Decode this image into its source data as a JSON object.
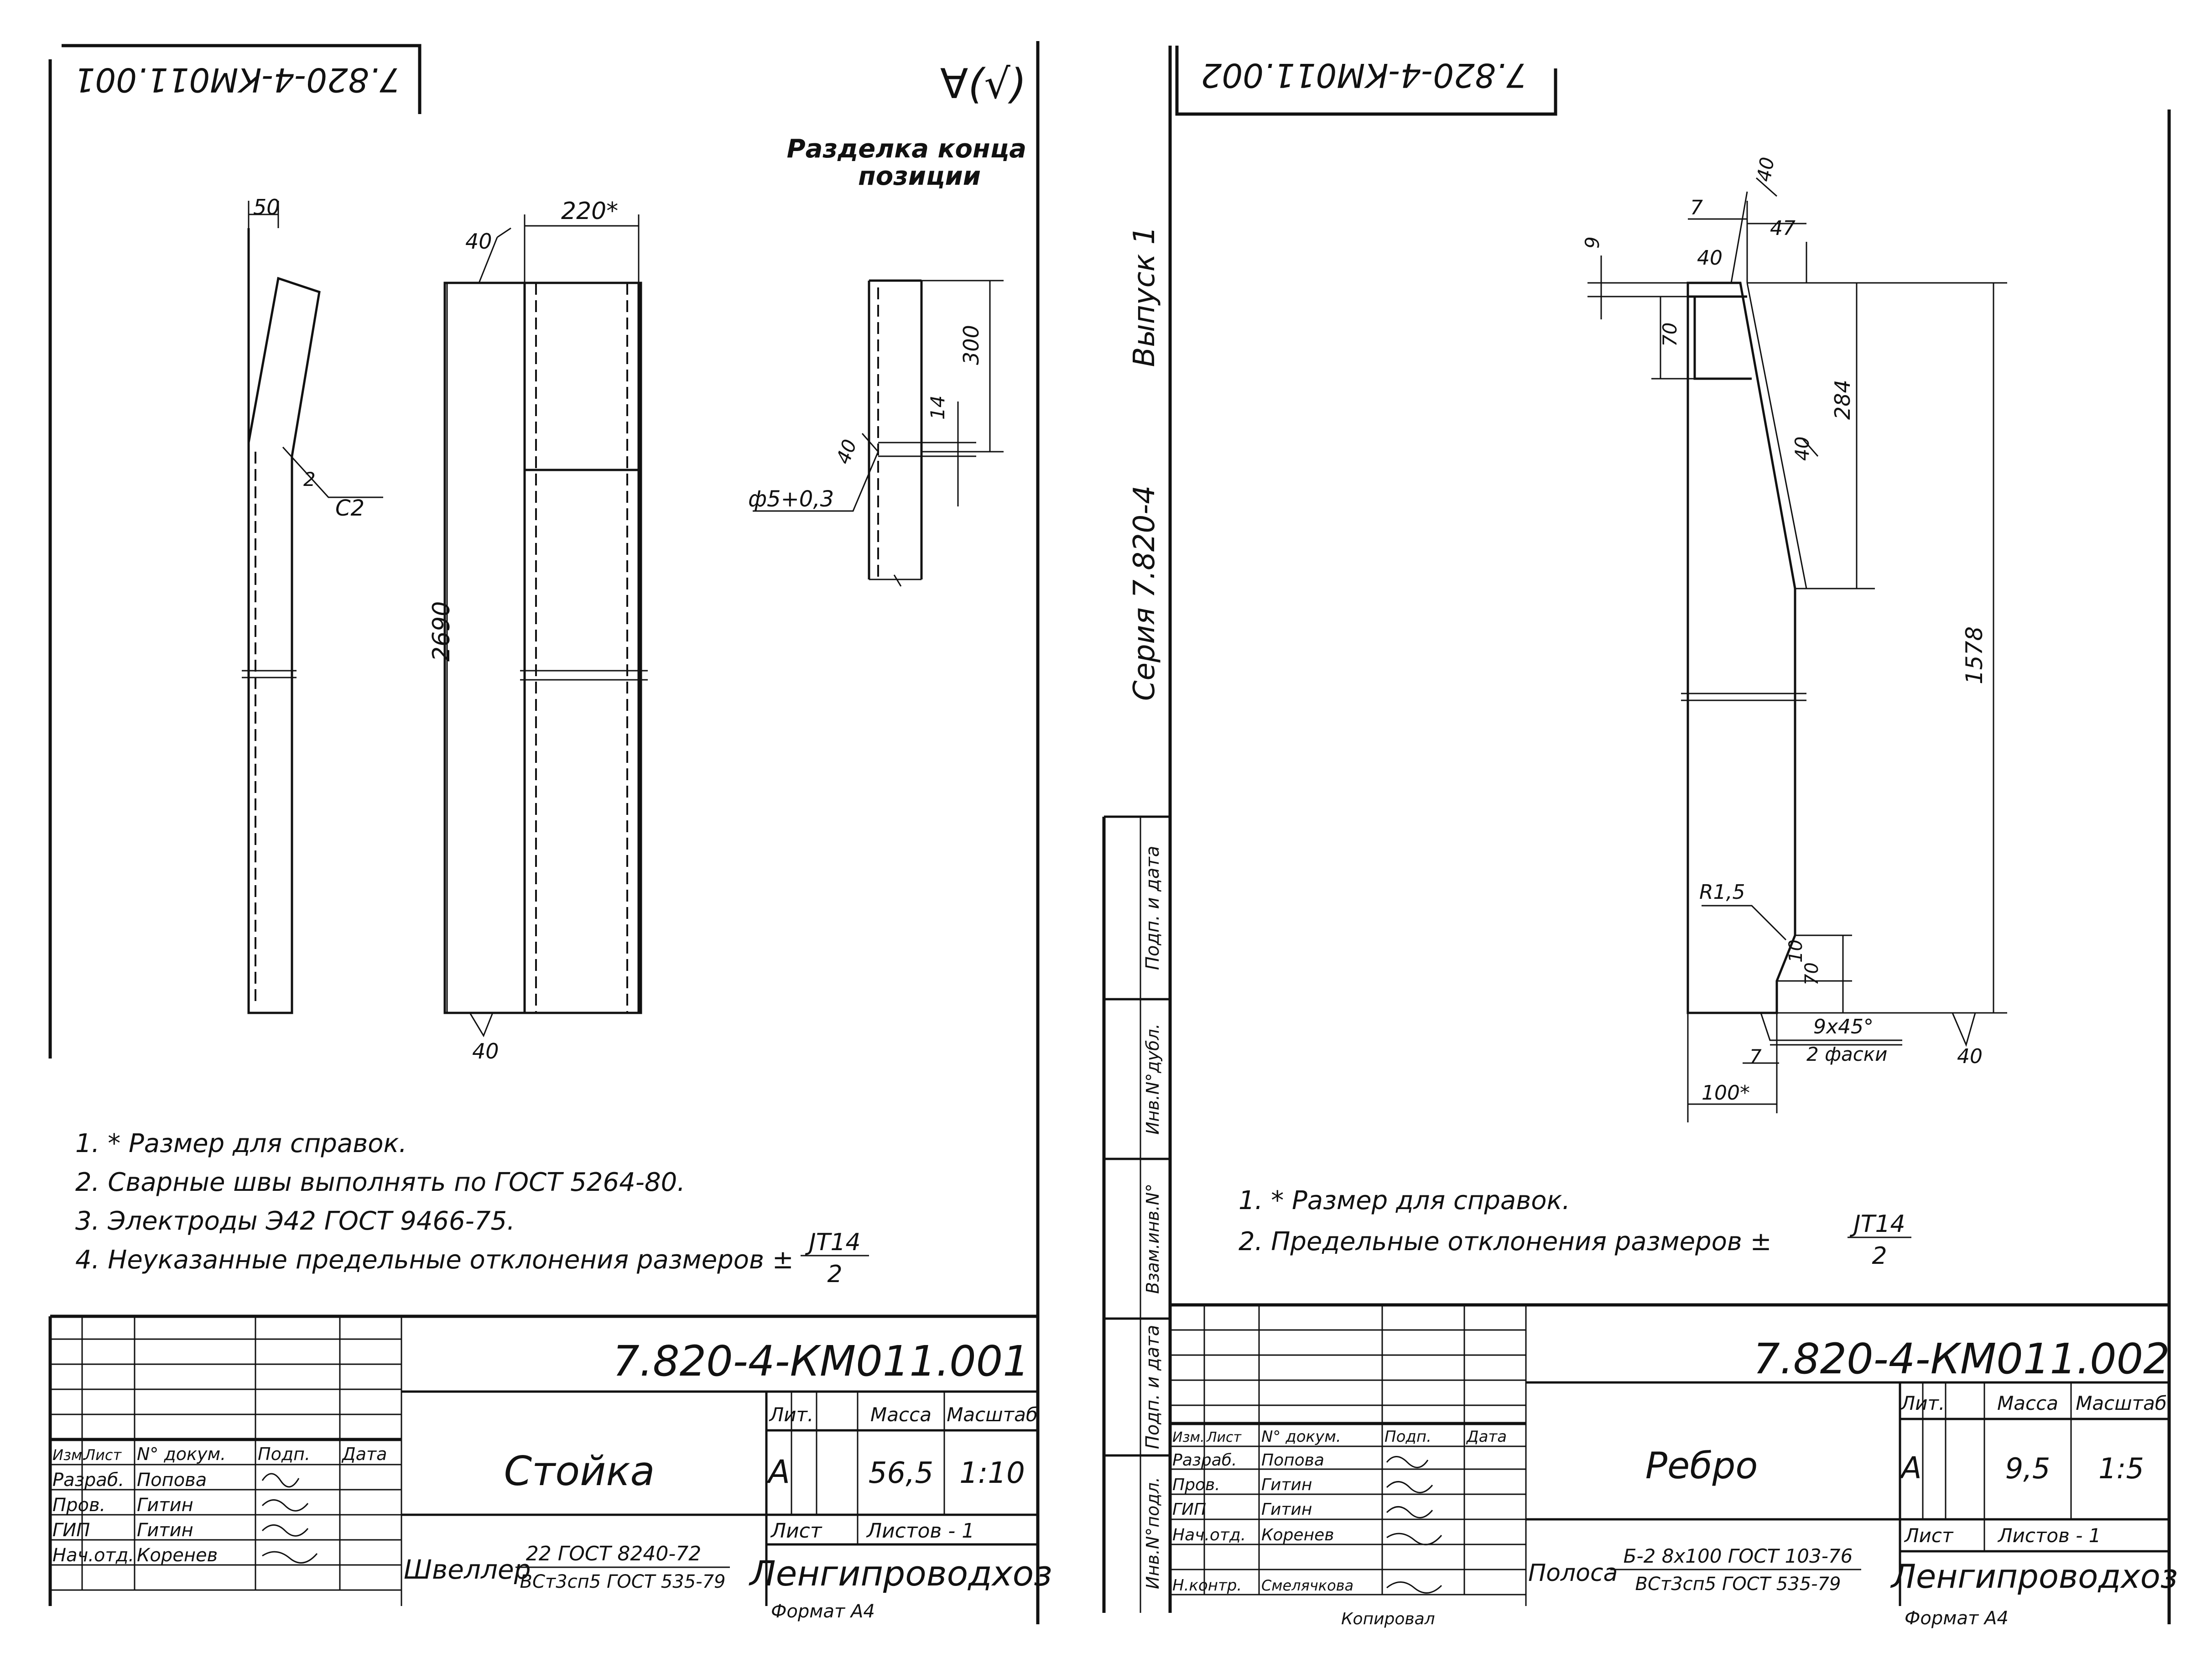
{
  "sheet1": {
    "stamp_mirrored": "7.820-4-КМ011.001",
    "roughness_mark": "∀(√)",
    "detail_title_line1": "Разделка конца",
    "detail_title_line2": "позиции",
    "dims": {
      "d50": "50",
      "d220": "220*",
      "d40_top": "40",
      "d2690": "2690",
      "d40_bottom": "40",
      "d2": "2",
      "c2": "C2",
      "d300": "300",
      "d14": "14",
      "d40_hole": "40",
      "hole": "ф5+0,3"
    },
    "notes": [
      "1. * Размер для справок.",
      "2. Сварные швы выполнять по ГОСТ 5264-80.",
      "3. Электроды Э42 ГОСТ 9466-75.",
      "4. Неуказанные предельные отклонения размеров ±"
    ],
    "tolerance_num": "JT14",
    "tolerance_den": "2",
    "title_block": {
      "doc_code": "7.820-4-КМ011.001",
      "name": "Стойка",
      "material_prefix": "Швеллер",
      "material_top": "22 ГОСТ 8240-72",
      "material_bottom": "ВСт3сп5 ГОСТ 535-79",
      "org": "Ленгипроводхоз",
      "lit_label": "Лит.",
      "mass_label": "Масса",
      "scale_label": "Масштаб",
      "lit_value": "А",
      "mass_value": "56,5",
      "scale_value": "1:10",
      "sheet_label": "Лист",
      "sheets_label": "Листов - 1",
      "format": "Формат А4",
      "sig_header": [
        "Изм.",
        "Лист",
        "N° докум.",
        "Подп.",
        "Дата"
      ],
      "sig_rows": [
        {
          "role": "Разраб.",
          "name": "Попова"
        },
        {
          "role": "Пров.",
          "name": "Гитин"
        },
        {
          "role": "ГИП",
          "name": "Гитин"
        },
        {
          "role": "Нач.отд.",
          "name": "Коренев"
        }
      ]
    }
  },
  "sheet2": {
    "stamp_mirrored": "7.820-4-КМ011.002",
    "side_series": "Серия 7.820-4",
    "side_issue": "Выпуск 1",
    "side_fields": [
      "Подп. и дата",
      "Инв.N°дубл.",
      "Взам.инв.N°",
      "Подп. и дата",
      "Инв.N°подл."
    ],
    "dims": {
      "d7": "7",
      "d40_top": "40",
      "d47": "47",
      "d9": "9",
      "d40_b": "40",
      "d70_top": "70",
      "d284": "284",
      "d40_mid": "40",
      "d1578": "1578",
      "r15": "R1,5",
      "d10": "10",
      "d70_bot": "70",
      "chamfer": "9x45°",
      "chamfer2": "2 фаски",
      "d7_bot": "7",
      "d100": "100*",
      "d40_bottom": "40"
    },
    "notes": [
      "1. * Размер для справок.",
      "2. Предельные отклонения размеров ±"
    ],
    "tolerance_num": "JT14",
    "tolerance_den": "2",
    "title_block": {
      "doc_code": "7.820-4-КМ011.002",
      "name": "Ребро",
      "material_prefix": "Полоса",
      "material_top": "Б-2 8x100 ГОСТ 103-76",
      "material_bottom": "ВСт3сп5 ГОСТ 535-79",
      "org": "Ленгипроводхоз",
      "lit_label": "Лит.",
      "mass_label": "Масса",
      "scale_label": "Масштаб",
      "lit_value": "А",
      "mass_value": "9,5",
      "scale_value": "1:5",
      "sheet_label": "Лист",
      "sheets_label": "Листов - 1",
      "format": "Формат А4",
      "copied_label": "Копировал",
      "sig_header": [
        "Изм.",
        "Лист",
        "N° докум.",
        "Подп.",
        "Дата"
      ],
      "sig_rows": [
        {
          "role": "Разраб.",
          "name": "Попова"
        },
        {
          "role": "Пров.",
          "name": "Гитин"
        },
        {
          "role": "ГИП",
          "name": "Гитин"
        },
        {
          "role": "Нач.отд.",
          "name": "Коренев"
        },
        {
          "role": "Н.контр.",
          "name": "Смелячкова"
        }
      ]
    }
  }
}
